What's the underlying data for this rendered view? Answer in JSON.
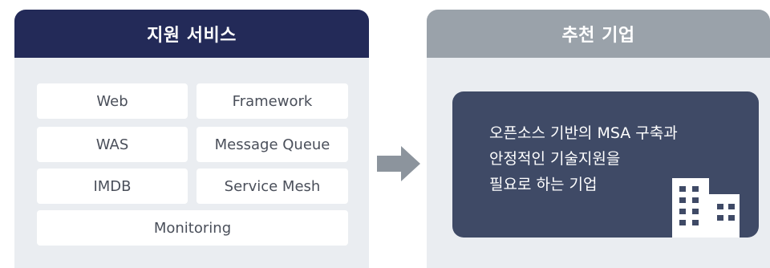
{
  "left_panel": {
    "title": "지원 서비스",
    "services": [
      "Web",
      "Framework",
      "WAS",
      "Message Queue",
      "IMDB",
      "Service Mesh",
      "Monitoring"
    ]
  },
  "right_panel": {
    "title": "추천 기업",
    "description_lines": [
      "오픈소스 기반의 MSA 구축과",
      "안정적인 기술지원을",
      "필요로 하는 기업"
    ]
  },
  "colors": {
    "left_header": "#232a58",
    "right_header": "#9aa2aa",
    "panel_bg": "#eaedf1",
    "rec_box": "#3f4a66",
    "arrow": "#8c949d"
  },
  "icons": {
    "arrow": "arrow-right-icon",
    "building": "building-icon"
  }
}
